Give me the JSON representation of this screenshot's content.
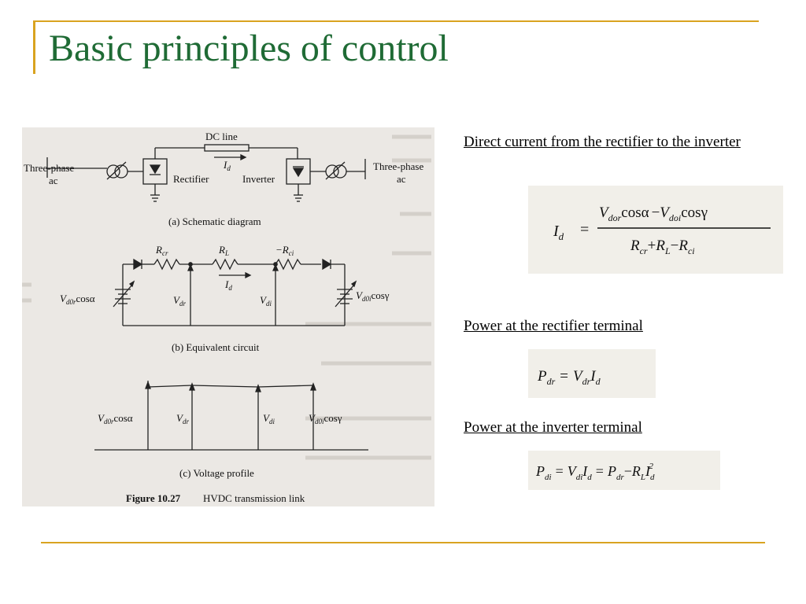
{
  "slide": {
    "title": "Basic principles of control"
  },
  "figure": {
    "dc_line_label": "DC line",
    "current_label": "I",
    "current_sub": "d",
    "ac_left": [
      "Three-phase",
      "ac"
    ],
    "ac_right": [
      "Three-phase",
      "ac"
    ],
    "rectifier_label": "Rectifier",
    "inverter_label": "Inverter",
    "caption_a": "(a) Schematic diagram",
    "caption_b": "(b) Equivalent circuit",
    "caption_c": "(c) Voltage profile",
    "figure_number": "Figure 10.27",
    "figure_title": "HVDC transmission link",
    "eq_labels": {
      "rcr": "R",
      "rcr_sub": "cr",
      "rl": "R",
      "rl_sub": "L",
      "rci": "−R",
      "rci_sub": "ci",
      "vd0r": "V",
      "vd0r_sub": "d0r",
      "vd0r_tail": "cosα",
      "vdr": "V",
      "vdr_sub": "dr",
      "vdi": "V",
      "vdi_sub": "di",
      "vd0i": "V",
      "vd0i_sub": "d0i",
      "vd0i_tail": "cosγ"
    }
  },
  "sections": [
    {
      "caption": "Direct current from the rectifier to the inverter",
      "formula": "I_d = (V_dor cosα − V_doi cosγ) / (R_cr + R_L − R_ci)"
    },
    {
      "caption": "Power at the rectifier terminal",
      "formula": "P_dr = V_dr I_d"
    },
    {
      "caption": "Power at the inverter terminal",
      "formula": "P_di = V_di I_d = P_dr − R_L I_d^2"
    }
  ],
  "formula1": {
    "lhs": "I",
    "lhs_sub": "d",
    "eq": "=",
    "num_v1": "V",
    "num_v1_sub": "dor",
    "num_cos1": "cosα",
    "num_minus": "−",
    "num_v2": "V",
    "num_v2_sub": "doi",
    "num_cos2": "cosγ",
    "den_r1": "R",
    "den_r1_sub": "cr",
    "den_plus": "+",
    "den_r2": "R",
    "den_r2_sub": "L",
    "den_minus": "−",
    "den_r3": "R",
    "den_r3_sub": "ci"
  },
  "formula2": {
    "p": "P",
    "p_sub": "dr",
    "eq": "=",
    "v": "V",
    "v_sub": "dr",
    "i": "I",
    "i_sub": "d"
  },
  "formula3": {
    "p": "P",
    "p_sub": "di",
    "eq1": "=",
    "v": "V",
    "v_sub": "di",
    "i": "I",
    "i_sub": "d",
    "eq2": "=",
    "p2": "P",
    "p2_sub": "dr",
    "minus": "−",
    "r": "R",
    "r_sub": "L",
    "i2": "I",
    "i2_sub": "d",
    "i2_sup": "2"
  }
}
